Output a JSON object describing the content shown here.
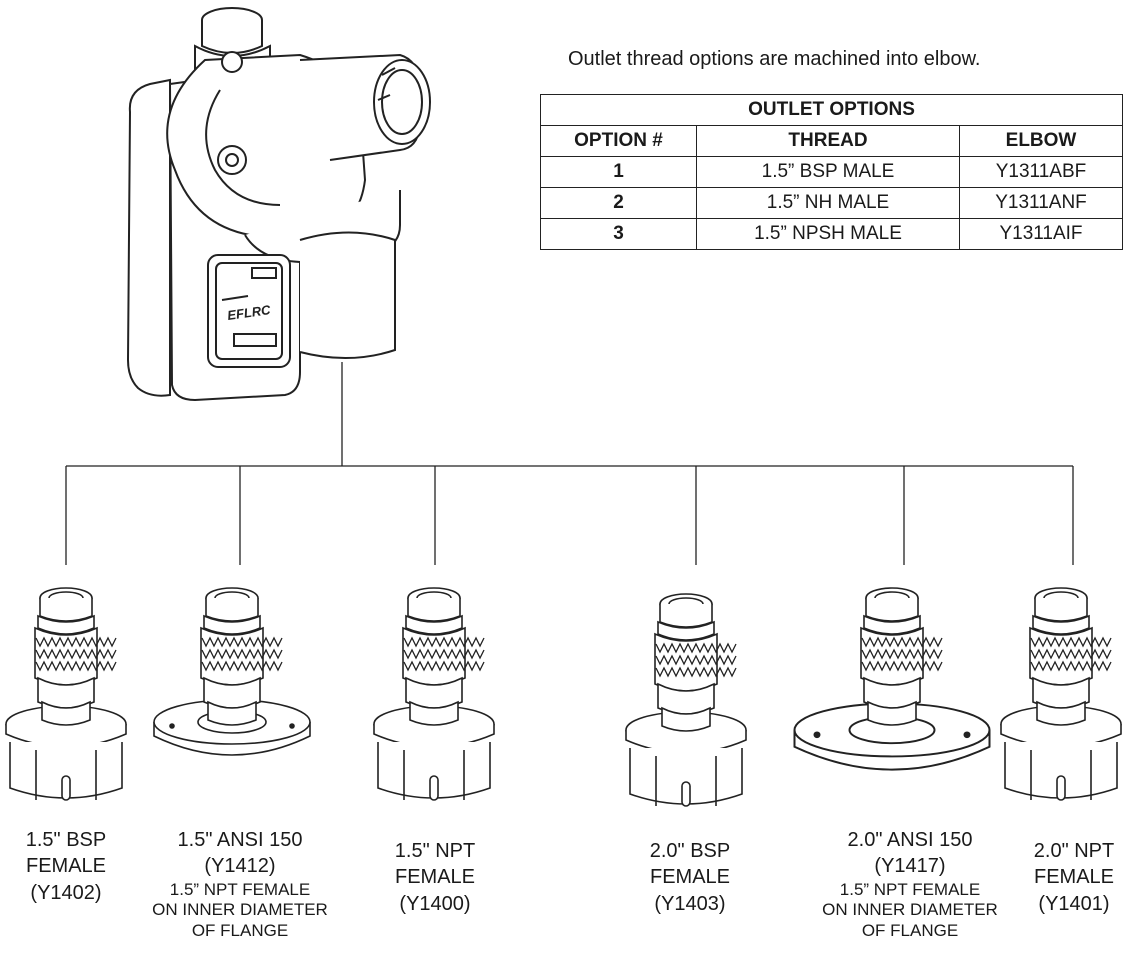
{
  "note": "Outlet thread options are machined into elbow.",
  "table": {
    "title": "OUTLET OPTIONS",
    "headers": [
      "OPTION #",
      "THREAD",
      "ELBOW"
    ],
    "rows": [
      [
        "1",
        "1.5” BSP MALE",
        "Y1311ABF"
      ],
      [
        "2",
        "1.5” NH MALE",
        "Y1311ANF"
      ],
      [
        "3",
        "1.5” NPSH MALE",
        "Y1311AIF"
      ]
    ]
  },
  "monitor": {
    "label_brand": "EFLRC"
  },
  "inlets": [
    {
      "line1": "1.5\" BSP",
      "line2": "FEMALE",
      "part": "(Y1402)",
      "notes": []
    },
    {
      "line1": "1.5\" ANSI 150",
      "line2": "",
      "part": "(Y1412)",
      "notes": [
        "1.5” NPT FEMALE",
        "ON INNER DIAMETER",
        "OF FLANGE"
      ]
    },
    {
      "line1": "1.5\" NPT",
      "line2": "FEMALE",
      "part": "(Y1400)",
      "notes": []
    },
    {
      "line1": "2.0\" BSP",
      "line2": "FEMALE",
      "part": "(Y1403)",
      "notes": []
    },
    {
      "line1": "2.0\" ANSI 150",
      "line2": "",
      "part": "(Y1417)",
      "notes": [
        "1.5” NPT FEMALE",
        "ON INNER DIAMETER",
        "OF FLANGE"
      ]
    },
    {
      "line1": "2.0\" NPT",
      "line2": "FEMALE",
      "part": "(Y1401)",
      "notes": []
    }
  ]
}
